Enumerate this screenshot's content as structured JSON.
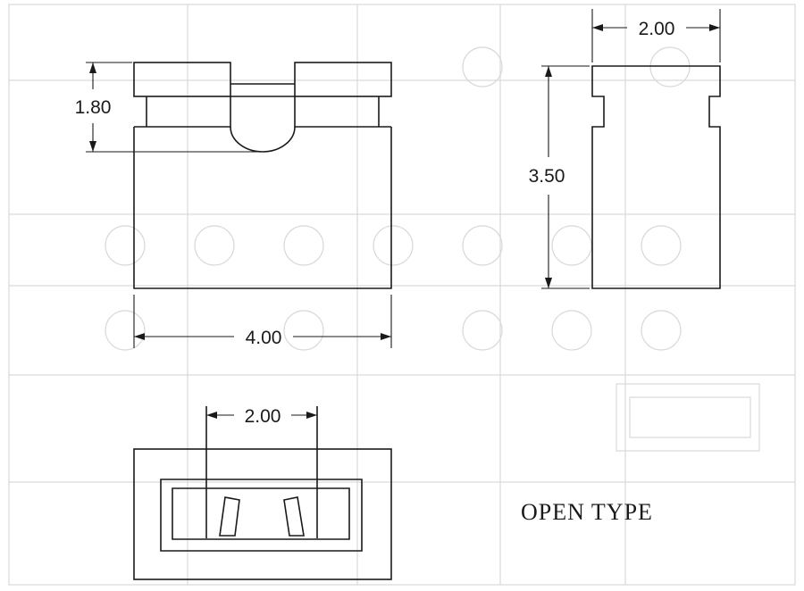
{
  "dimensions": {
    "height_front": "1.80",
    "width_front": "4.00",
    "width_side": "2.00",
    "height_side": "3.50",
    "pitch_top": "2.00"
  },
  "caption": "OPEN TYPE",
  "colors": {
    "line": "#1a1a1a",
    "faint_background": "#d9d9d9"
  }
}
